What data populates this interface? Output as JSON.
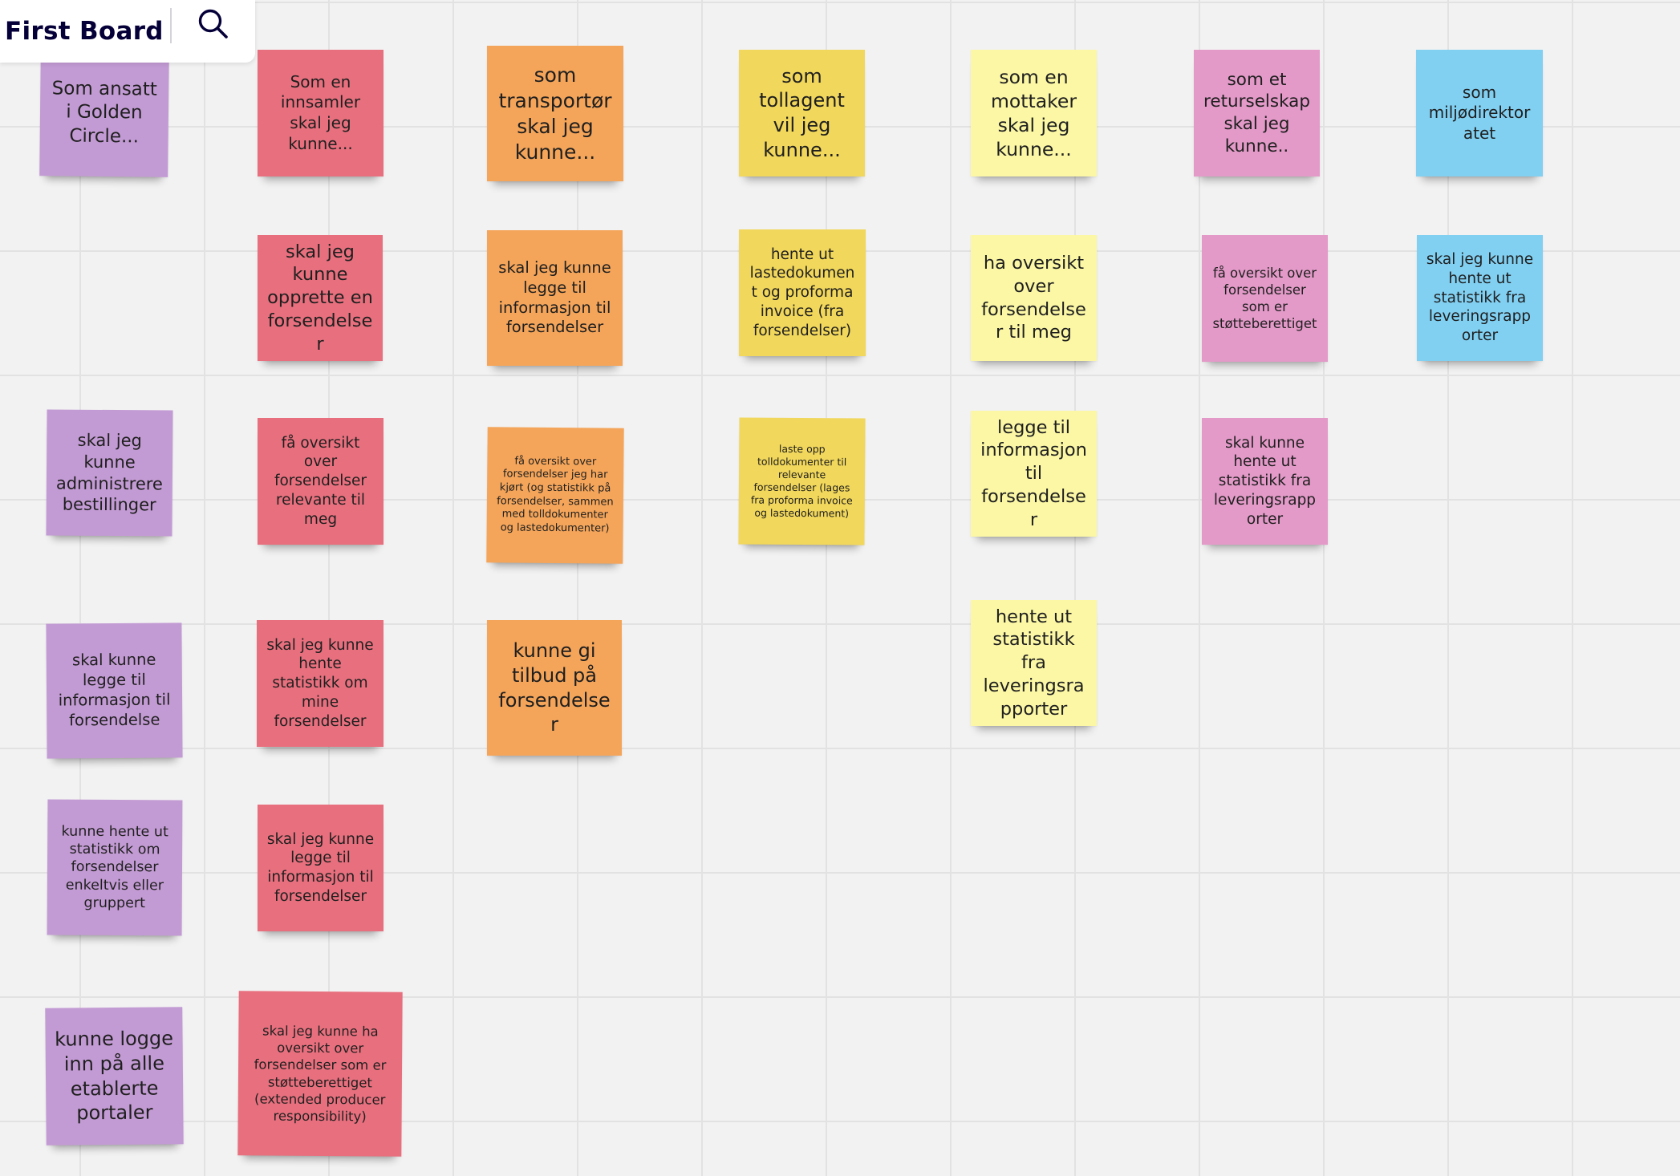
{
  "board": {
    "title": "First Board",
    "search_icon": "search-icon"
  },
  "colors": {
    "purple": "#c39bd4",
    "red": "#e8707e",
    "orange": "#f4a55a",
    "yellow": "#f1d75b",
    "light_yellow": "#fbf7a5",
    "pink": "#e39ac8",
    "blue": "#81d0f2"
  },
  "columns": [
    {
      "color": "purple",
      "notes": [
        "Som ansatt i Golden Circle...",
        "skal jeg kunne administrere bestillinger",
        "skal kunne legge til informasjon til forsendelse",
        "kunne hente ut statistikk om forsendelser enkeltvis eller gruppert",
        "kunne logge inn på alle etablerte portaler"
      ]
    },
    {
      "color": "red",
      "notes": [
        "Som en innsamler skal jeg kunne...",
        "skal jeg kunne opprette en forsendelser",
        "få oversikt over forsendelser relevante til meg",
        "skal jeg kunne hente statistikk om mine forsendelser",
        "skal jeg kunne legge til informasjon til forsendelser",
        "skal jeg kunne ha oversikt over forsendelser som er støtteberettiget (extended producer responsibility)"
      ]
    },
    {
      "color": "orange",
      "notes": [
        "som transportør skal jeg kunne...",
        "skal jeg kunne legge til informasjon til forsendelser",
        "få oversikt over forsendelser jeg har kjørt (og statistikk på forsendelser, sammen med tolldokumenter og lastedokumenter)",
        "kunne gi tilbud på forsendelser"
      ]
    },
    {
      "color": "yellow",
      "notes": [
        "som tollagent vil jeg kunne...",
        "hente ut lastedokument og proforma invoice (fra forsendelser)",
        "laste opp tolldokumenter til relevante forsendelser (lages fra proforma invoice og lastedokument)"
      ]
    },
    {
      "color": "light_yellow",
      "notes": [
        "som en mottaker skal jeg kunne...",
        "ha oversikt over forsendelser til meg",
        "legge til informasjon til forsendelser",
        "hente ut statistikk fra leveringsrapporter"
      ]
    },
    {
      "color": "pink",
      "notes": [
        "som et returselskap skal jeg kunne..",
        "få oversikt over forsendelser som er støtteberettiget",
        "skal kunne hente ut statistikk fra leveringsrapporter"
      ]
    },
    {
      "color": "blue",
      "notes": [
        "som miljødirektoratet",
        "skal jeg kunne hente ut statistikk fra leveringsrapporter"
      ]
    }
  ]
}
